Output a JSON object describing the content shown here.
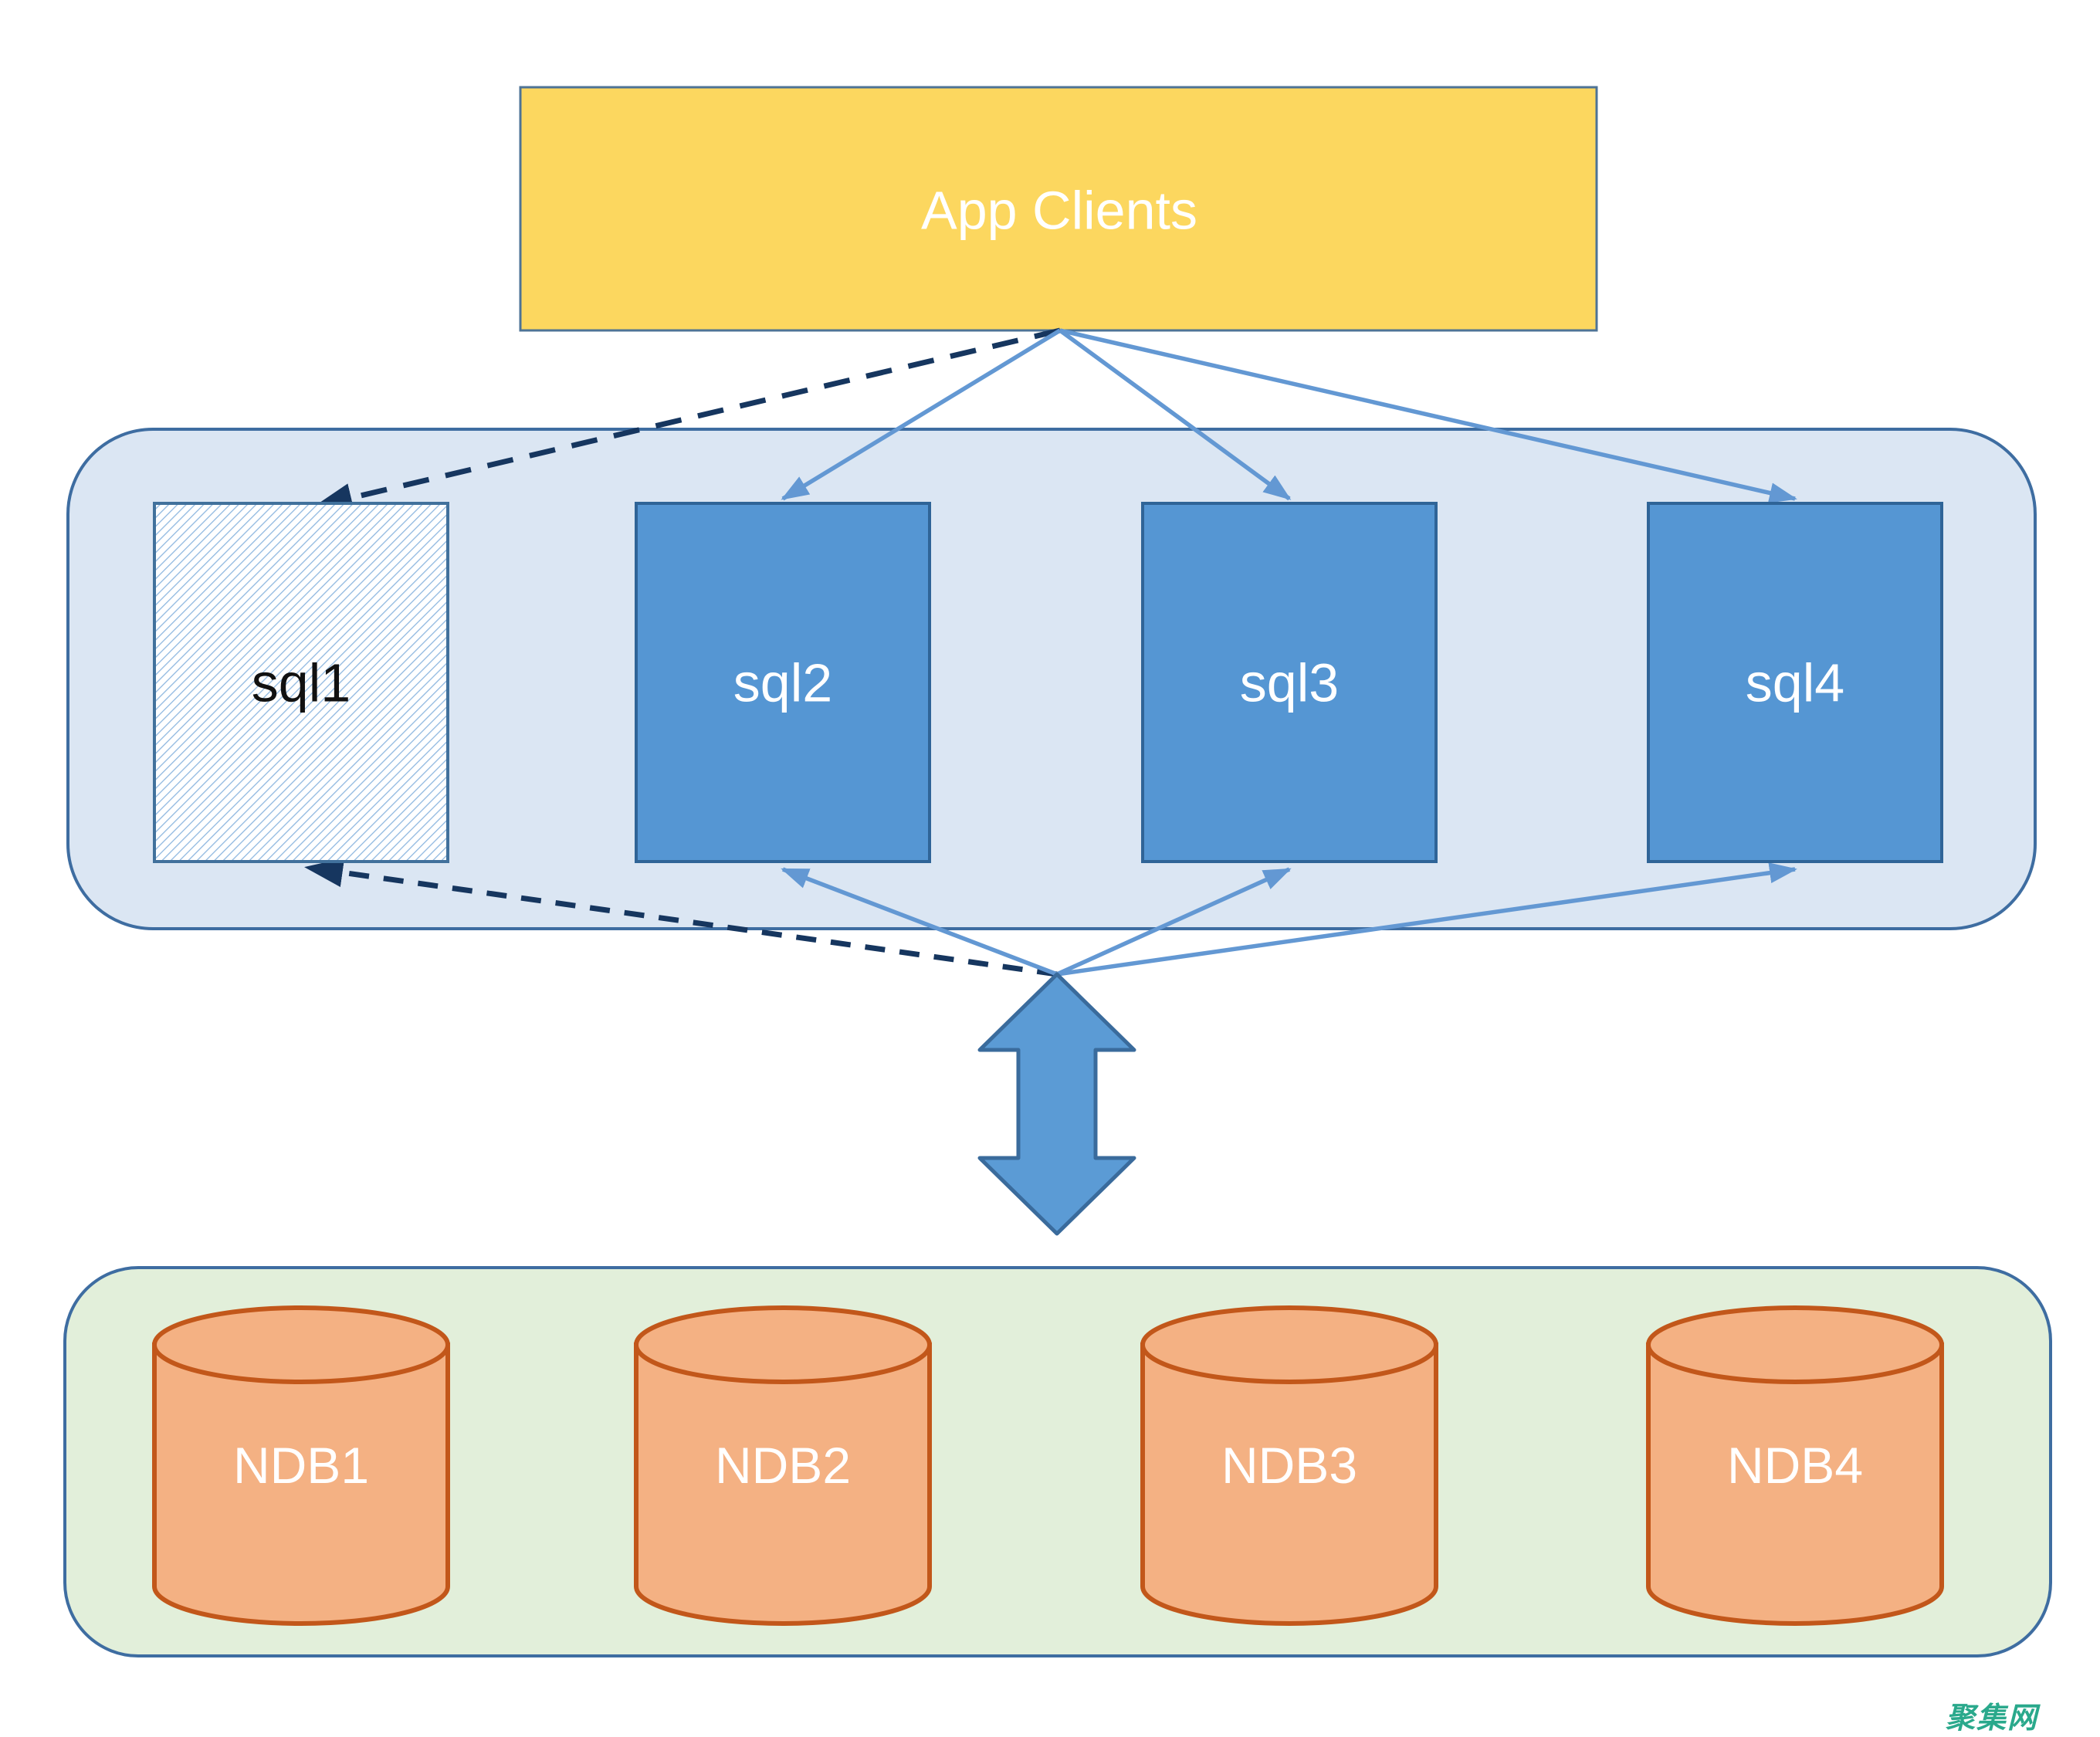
{
  "app_clients": {
    "label": "App Clients"
  },
  "sql_tier": {
    "nodes": [
      {
        "id": "sql1",
        "label": "sql1",
        "fill_style": "hatched"
      },
      {
        "id": "sql2",
        "label": "sql2",
        "fill_style": "solid"
      },
      {
        "id": "sql3",
        "label": "sql3",
        "fill_style": "solid"
      },
      {
        "id": "sql4",
        "label": "sql4",
        "fill_style": "solid"
      }
    ]
  },
  "ndb_tier": {
    "nodes": [
      {
        "id": "NDB1",
        "label": "NDB1"
      },
      {
        "id": "NDB2",
        "label": "NDB2"
      },
      {
        "id": "NDB3",
        "label": "NDB3"
      },
      {
        "id": "NDB4",
        "label": "NDB4"
      }
    ]
  },
  "edges": {
    "app_to_sql": [
      {
        "target": "sql1",
        "style": "dashed"
      },
      {
        "target": "sql2",
        "style": "solid"
      },
      {
        "target": "sql3",
        "style": "solid"
      },
      {
        "target": "sql4",
        "style": "solid"
      }
    ],
    "storage_to_sql": [
      {
        "target": "sql1",
        "style": "dashed"
      },
      {
        "target": "sql2",
        "style": "solid"
      },
      {
        "target": "sql3",
        "style": "solid"
      },
      {
        "target": "sql4",
        "style": "solid"
      }
    ],
    "sql_to_ndb_link": {
      "style": "thick-bidirectional-arrow"
    }
  },
  "watermark": {
    "text": "聚集网",
    "color": "#2aa98c"
  },
  "colors": {
    "app_fill": "#fcd75f",
    "app_border": "#4e7396",
    "sql_container_fill": "#dbe6f3",
    "container_border": "#3e6da1",
    "sql_node_fill": "#5596d3",
    "sql_node_border": "#2f6497",
    "sql1_hatch_stroke": "#8fb8e0",
    "ndb_container_fill": "#e2efda",
    "ndb_cylinder_fill": "#f4b183",
    "ndb_cylinder_border": "#c2571a",
    "arrow_solid": "#6398d3",
    "arrow_dashed": "#16365f",
    "big_arrow_fill": "#5b9bd5",
    "big_arrow_border": "#3a6b9c",
    "label_light": "#ffffff",
    "label_dark": "#111111"
  }
}
